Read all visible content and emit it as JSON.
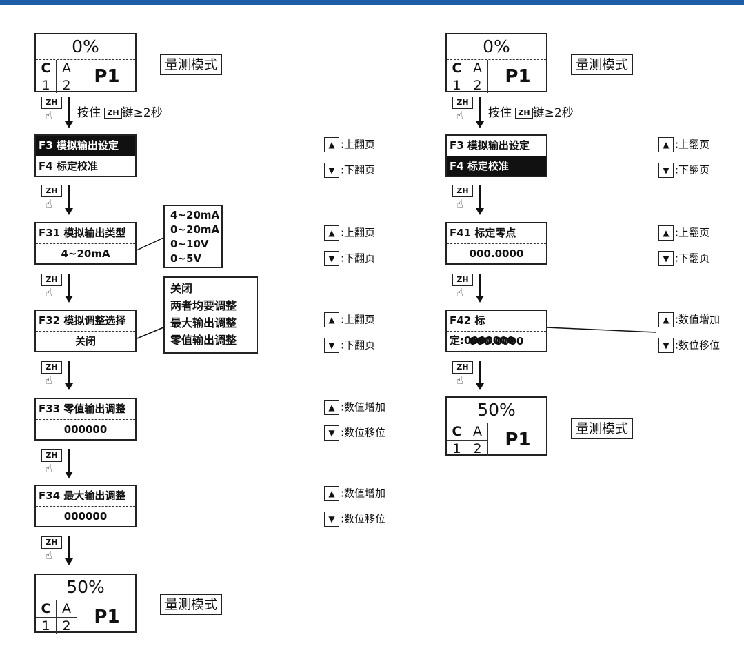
{
  "mode_label": "量测模式",
  "press_text_a": "按住",
  "press_text_b": "键≥2秒",
  "key_zh": "ZH",
  "up_symbol": "▲",
  "down_symbol": "▼",
  "hints": {
    "page_up": ":上翻页",
    "page_down": ":下翻页",
    "value_inc": ":数值增加",
    "digit_shift": ":数位移位"
  },
  "display_top": {
    "percent": "0%",
    "c": "C",
    "a": "A",
    "n1": "1",
    "n2": "2",
    "p": "P1"
  },
  "display_bottom": {
    "percent": "50%",
    "c": "C",
    "a": "A",
    "n1": "1",
    "n2": "2",
    "p": "P1"
  },
  "left": {
    "menu_f3f4": {
      "row1": "F3 模拟输出设定",
      "row2": "F4 标定校准"
    },
    "f31": {
      "title": "F31 模拟输出类型",
      "value": "4~20mA",
      "options": [
        "4~20mA",
        "0~20mA",
        "0~10V",
        "0~5V"
      ]
    },
    "f32": {
      "title": "F32 模拟调整选择",
      "value": "关闭",
      "options": [
        "关闭",
        "两者均要调整",
        "最大输出调整",
        "零值输出调整"
      ]
    },
    "f33": {
      "title": "F33 零值输出调整",
      "value": "000000"
    },
    "f34": {
      "title": "F34 最大输出调整",
      "value": "000000"
    }
  },
  "right": {
    "menu_f3f4": {
      "row1": "F3 模拟输出设定",
      "row2": "F4 标定校准"
    },
    "f41": {
      "title": "F41 标定零点",
      "value": "000.0000"
    },
    "f42": {
      "title": "F42 标定:0000000",
      "value": "000.0000"
    }
  }
}
